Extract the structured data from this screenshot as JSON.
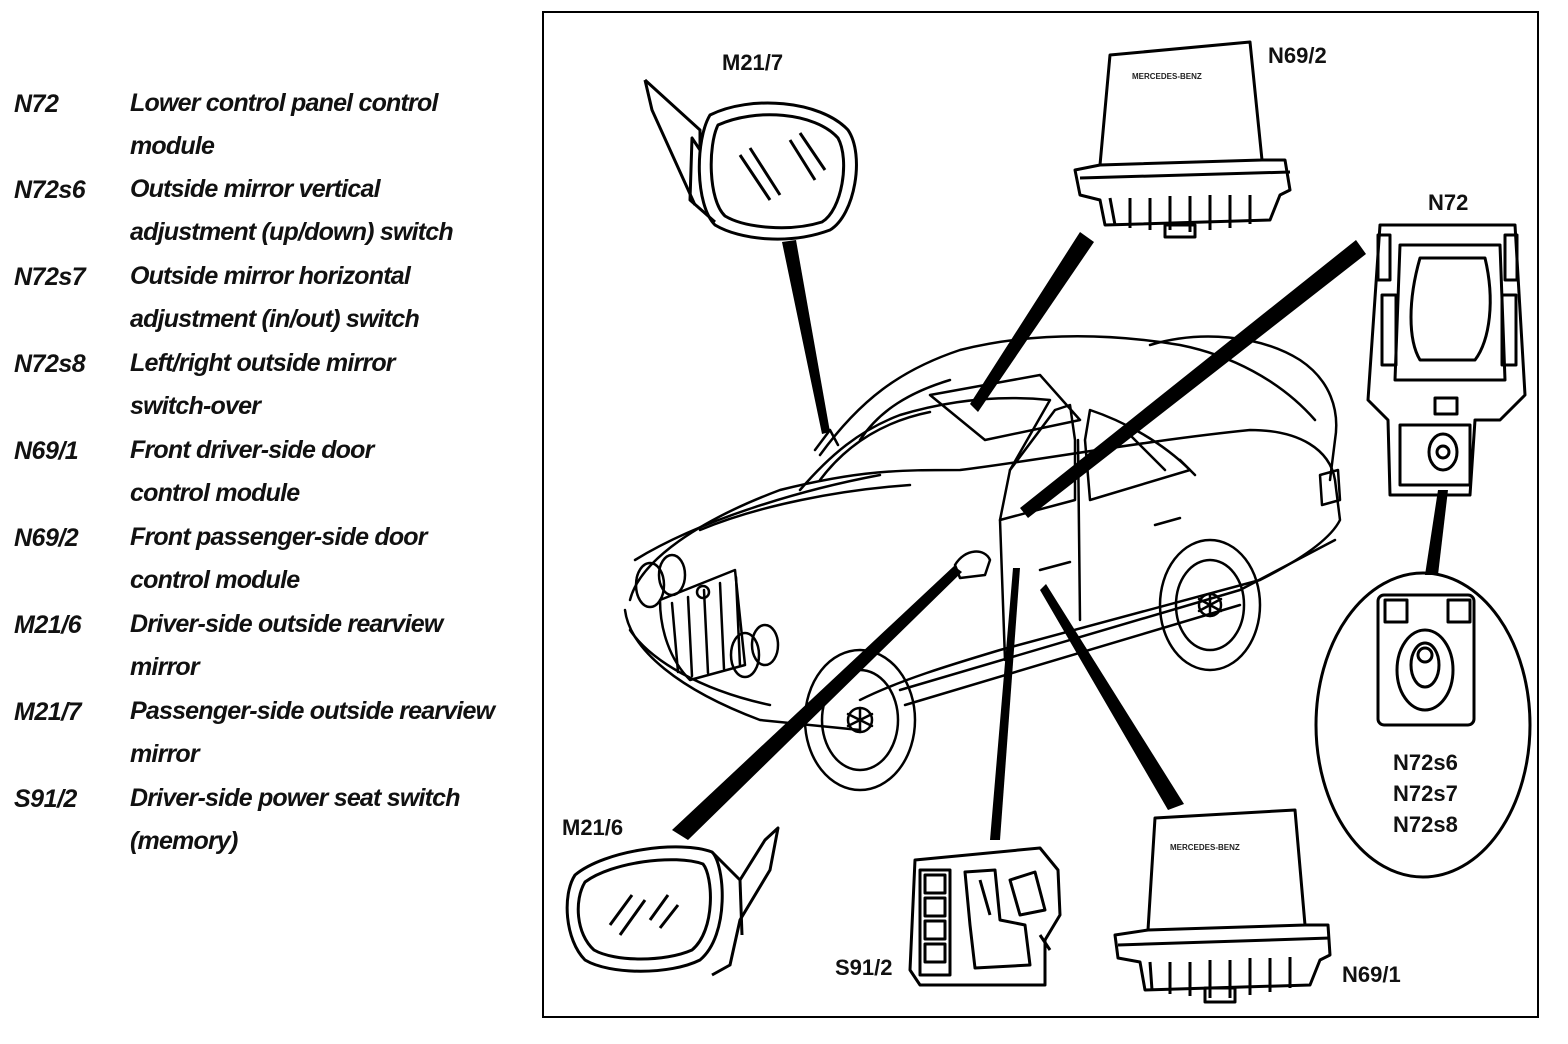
{
  "legend": [
    {
      "code": "N72",
      "lines": [
        "Lower control panel control",
        "module"
      ]
    },
    {
      "code": "N72s6",
      "lines": [
        "Outside mirror vertical",
        "adjustment (up/down) switch"
      ]
    },
    {
      "code": "N72s7",
      "lines": [
        "Outside mirror horizontal",
        "adjustment (in/out) switch"
      ]
    },
    {
      "code": "N72s8",
      "lines": [
        "Left/right outside mirror",
        "switch-over"
      ]
    },
    {
      "code": "N69/1",
      "lines": [
        "Front driver-side door",
        "control module"
      ]
    },
    {
      "code": "N69/2",
      "lines": [
        "Front passenger-side door",
        "control module"
      ]
    },
    {
      "code": "M21/6",
      "lines": [
        "Driver-side outside rearview",
        "mirror"
      ]
    },
    {
      "code": "M21/7",
      "lines": [
        "Passenger-side outside rearview",
        "mirror"
      ]
    },
    {
      "code": "S91/2",
      "lines": [
        "Driver-side power seat switch",
        "(memory)"
      ]
    }
  ],
  "labels": {
    "m21_7": "M21/7",
    "n69_2": "N69/2",
    "n72": "N72",
    "m21_6": "M21/6",
    "s91_2": "S91/2",
    "n69_1": "N69/1",
    "n72s6": "N72s6",
    "n72s7": "N72s7",
    "n72s8": "N72s8"
  },
  "stamps": {
    "top_module": "MERCEDES-BENZ",
    "bottom_module": "MERCEDES-BENZ"
  }
}
